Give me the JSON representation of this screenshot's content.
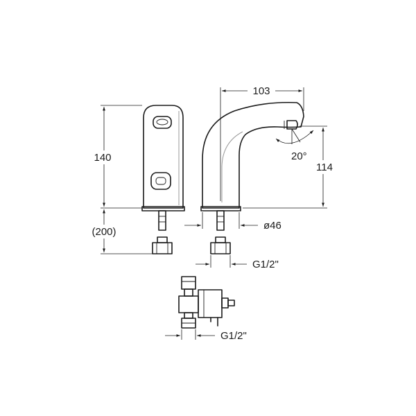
{
  "dimensions": {
    "height_front": "140",
    "hose_length": "(200)",
    "width_side": "103",
    "height_side": "114",
    "spout_angle": "20°",
    "base_diameter": "ø46",
    "thread_upper": "G1/2\"",
    "thread_lower": "G1/2\""
  }
}
